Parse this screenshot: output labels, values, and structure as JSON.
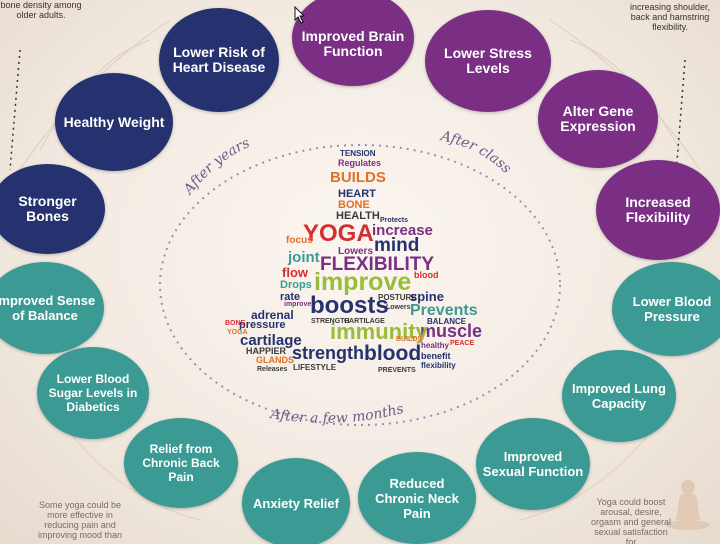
{
  "benefits": {
    "brain": "Improved Brain Function",
    "heart": "Lower Risk of Heart Disease",
    "weight": "Healthy Weight",
    "bones": "Stronger Bones",
    "balance": "Improved Sense of Balance",
    "sugar": "Lower Blood Sugar Levels in Diabetics",
    "backpain": "Relief from Chronic Back Pain",
    "anxiety": "Anxiety Relief",
    "neck": "Reduced Chronic Neck Pain",
    "sexual": "Improved Sexual Function",
    "lung": "Improved Lung Capacity",
    "bp": "Lower Blood Pressure",
    "flex": "Increased Flexibility",
    "gene": "Alter Gene Expression",
    "stress": "Lower Stress Levels"
  },
  "notes": {
    "topleft": "bone density among older adults.",
    "topright": "increasing shoulder, back and hamstring flexibility.",
    "bottomleft": "Some yoga could be more effective in reducing pain and improving mood than",
    "bottomright": "Yoga could boost arousal, desire, orgasm and general sexual satisfaction for"
  },
  "arcs": {
    "years": "After years",
    "class": "After class",
    "months": "After a few months"
  },
  "cloud": {
    "tension": "TENSION",
    "regulates": "Regulates",
    "builds": "BUILDS",
    "heart": "HEART",
    "bone": "BONE",
    "health": "HEALTH",
    "protects": "Protects",
    "yoga": "YOGA",
    "increase": "increase",
    "mind": "mind",
    "focus": "focus",
    "lowers": "Lowers",
    "joint": "joint",
    "flexibility": "FLEXIBILITY",
    "flow": "flow",
    "improve": "improve",
    "blood": "blood",
    "drops": "Drops",
    "rate": "rate",
    "posture": "POSTURE",
    "spine": "spine",
    "boosts": "boosts",
    "prevents": "Prevents",
    "adrenal": "adrenal",
    "muscle": "muscle",
    "pressure": "pressure",
    "immunity": "immunity",
    "balance": "BALANCE",
    "cartilage": "cartilage",
    "strength": "strength",
    "happier": "HAPPIER",
    "glands": "GLANDS",
    "lifestyle": "LIFESTYLE",
    "benefit": "benefit",
    "peace": "PEACE",
    "flexibility2": "flexibility",
    "healthy": "healthy",
    "strength2": "STRENGTH",
    "cartilage2": "CARTILAGE",
    "prevents2": "PREVENTS",
    "improve2": "improve",
    "releases": "Releases",
    "lowers2": "Lowers",
    "yoga2": "YOGA",
    "bone2": "BONE",
    "builds2": "BUILDS"
  },
  "colors": {
    "navy": "#25326f",
    "purple": "#7a2f85",
    "teal": "#3c9a94"
  }
}
